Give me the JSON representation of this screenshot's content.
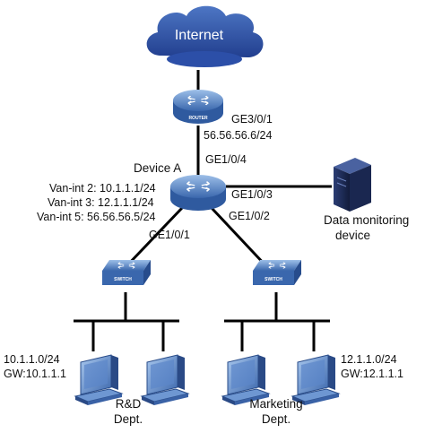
{
  "internet": {
    "label": "Internet"
  },
  "router": {
    "badge": "ROUTER",
    "port": "GE3/0/1",
    "ip": "56.56.56.6/24"
  },
  "device_a": {
    "name": "Device A",
    "uplink_port": "GE1/0/4",
    "van_interfaces": [
      "Van-int 2: 10.1.1.1/24",
      "Van-int 3: 12.1.1.1/24",
      "Van-int 5: 56.56.56.5/24"
    ],
    "port_monitor": "GE1/0/3",
    "port_marketing": "GE1/0/2",
    "port_rd": "GE1/0/1"
  },
  "monitor": {
    "label_line1": "Data monitoring",
    "label_line2": "device"
  },
  "switch_left": {
    "badge": "SWITCH"
  },
  "switch_right": {
    "badge": "SWITCH"
  },
  "rd": {
    "subnet": "10.1.1.0/24",
    "gateway": "GW:10.1.1.1",
    "name_line1": "R&D",
    "name_line2": "Dept."
  },
  "marketing": {
    "subnet": "12.1.1.0/24",
    "gateway": "GW:12.1.1.1",
    "name_line1": "Marketing",
    "name_line2": "Dept."
  },
  "colors": {
    "device_blue": "#3f6fb6",
    "device_light": "#7fa9dd",
    "cloud": "#2c4fa8",
    "server": "#1f2d57"
  }
}
